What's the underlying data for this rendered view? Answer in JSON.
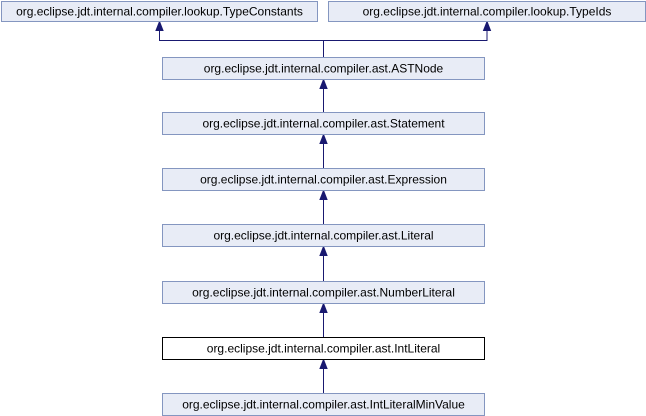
{
  "diagram": {
    "nodes": [
      {
        "id": "TypeConstants",
        "label": "org.eclipse.jdt.internal.compiler.lookup.TypeConstants",
        "current": false
      },
      {
        "id": "TypeIds",
        "label": "org.eclipse.jdt.internal.compiler.lookup.TypeIds",
        "current": false
      },
      {
        "id": "ASTNode",
        "label": "org.eclipse.jdt.internal.compiler.ast.ASTNode",
        "current": false
      },
      {
        "id": "Statement",
        "label": "org.eclipse.jdt.internal.compiler.ast.Statement",
        "current": false
      },
      {
        "id": "Expression",
        "label": "org.eclipse.jdt.internal.compiler.ast.Expression",
        "current": false
      },
      {
        "id": "Literal",
        "label": "org.eclipse.jdt.internal.compiler.ast.Literal",
        "current": false
      },
      {
        "id": "NumberLiteral",
        "label": "org.eclipse.jdt.internal.compiler.ast.NumberLiteral",
        "current": false
      },
      {
        "id": "IntLiteral",
        "label": "org.eclipse.jdt.internal.compiler.ast.IntLiteral",
        "current": true
      },
      {
        "id": "IntLiteralMinValue",
        "label": "org.eclipse.jdt.internal.compiler.ast.IntLiteralMinValue",
        "current": false
      }
    ],
    "edges": [
      {
        "from": "ASTNode",
        "to": "TypeConstants"
      },
      {
        "from": "ASTNode",
        "to": "TypeIds"
      },
      {
        "from": "Statement",
        "to": "ASTNode"
      },
      {
        "from": "Expression",
        "to": "Statement"
      },
      {
        "from": "Literal",
        "to": "Expression"
      },
      {
        "from": "NumberLiteral",
        "to": "Literal"
      },
      {
        "from": "IntLiteral",
        "to": "NumberLiteral"
      },
      {
        "from": "IntLiteralMinValue",
        "to": "IntLiteral"
      }
    ],
    "colors": {
      "node_fill": "#e8ecf6",
      "node_border": "#8496c0",
      "current_fill": "#ffffff",
      "current_border": "#000000",
      "edge": "#191970"
    }
  }
}
